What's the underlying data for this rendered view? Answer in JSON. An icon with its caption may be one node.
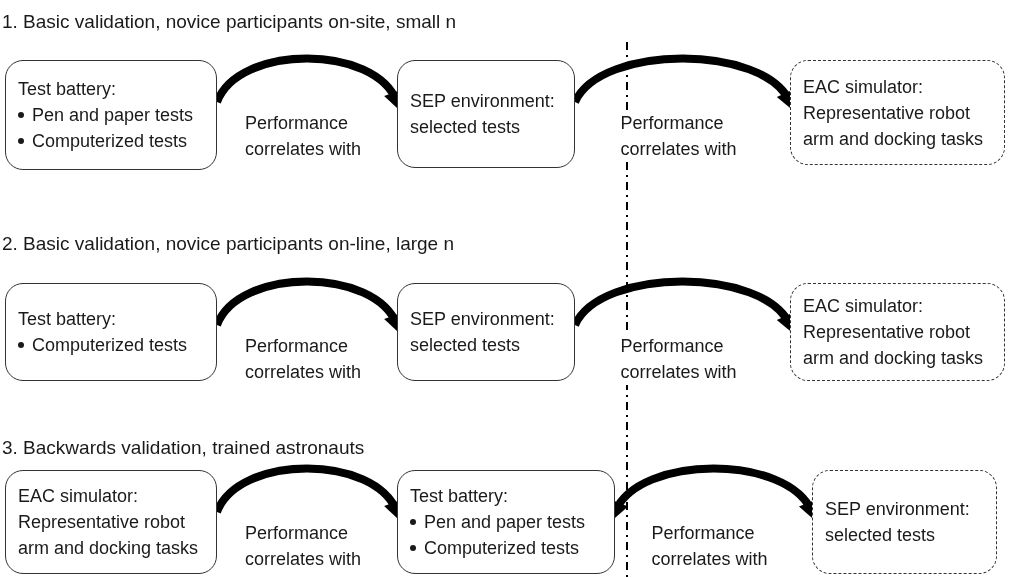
{
  "diagram": {
    "nodes": [
      {
        "text": [
          "Test battery:",
          "Pen and paper tests",
          "Computerized tests"
        ]
      },
      {
        "text": [
          "SEP environment: selected tests"
        ]
      },
      {
        "text": [
          "EAC simulator: Representative robot arm and docking tasks"
        ]
      },
      {
        "text": [
          "Test battery:",
          "Computerized tests"
        ]
      },
      {
        "text": [
          "SEP environment: selected tests"
        ]
      },
      {
        "text": [
          "EAC simulator: Representative robot arm and docking tasks"
        ]
      },
      {
        "text": [
          "EAC simulator: Representative robot arm and docking tasks"
        ]
      },
      {
        "text": [
          "Test battery:",
          "Pen and paper tests",
          "Computerized tests"
        ]
      },
      {
        "text": [
          "SEP environment: selected tests"
        ]
      }
    ],
    "edges": [
      {
        "from": 0,
        "to": 1,
        "arrow": "to",
        "label": "Performance correlates with"
      },
      {
        "from": 1,
        "to": 2,
        "arrow": "to",
        "label": "Performance correlates with"
      },
      {
        "from": 3,
        "to": 4,
        "arrow": "to",
        "label": "Performance correlates with"
      },
      {
        "from": 4,
        "to": 5,
        "arrow": "to",
        "label": "Performance correlates with"
      },
      {
        "from": 6,
        "to": 7,
        "arrow": "to",
        "label": "Performance correlates with"
      },
      {
        "from": 7,
        "to": 8,
        "arrow": "both",
        "label": "Performance correlates with"
      }
    ],
    "labels": [
      "1. Basic validation, novice participants on-site, small n",
      "2. Basic validation, novice participants on-line, large n",
      "3. Backwards validation, trained astronauts"
    ]
  }
}
